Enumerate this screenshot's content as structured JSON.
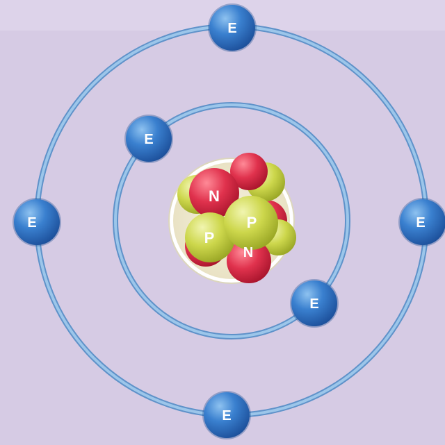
{
  "diagram": {
    "electron_label": "E",
    "proton_label": "P",
    "neutron_label": "N",
    "colors": {
      "background": "#d6cbe4",
      "orbit": "#7fb0dc",
      "electron": "#2f73c3",
      "proton": "#c7d24a",
      "neutron": "#dd2f4a",
      "nucleus_ring": "#ffffff"
    },
    "inner_shell_electron_count": 2,
    "outer_shell_electron_count": 4
  }
}
